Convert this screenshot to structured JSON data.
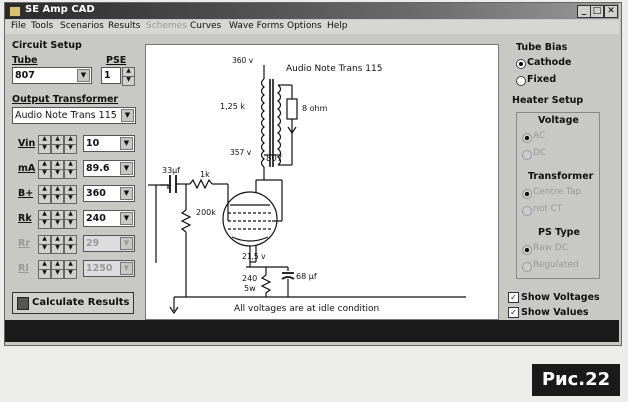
{
  "window": {
    "title": "SE Amp CAD",
    "controls": [
      "_",
      "□",
      "✕"
    ]
  },
  "menu": [
    "File",
    "Tools",
    "Scenarios",
    "Results",
    "Schemes",
    "Curves",
    "Wave Forms",
    "Options",
    "Help"
  ],
  "left": {
    "circuit_setup": "Circuit Setup",
    "tube_label": "Tube",
    "tube_value": "807",
    "pse_label": "PSE",
    "pse_value": "1",
    "output_transformer_label": "Output Transformer",
    "output_transformer_value": "Audio Note Trans 115",
    "params": [
      {
        "label": "Vin",
        "value": "10",
        "enabled": true
      },
      {
        "label": "mA",
        "value": "89.6",
        "enabled": true
      },
      {
        "label": "B+",
        "value": "360",
        "enabled": true
      },
      {
        "label": "Rk",
        "value": "240",
        "enabled": true
      },
      {
        "label": "Rr",
        "value": "29",
        "enabled": false
      },
      {
        "label": "Rl",
        "value": "1250",
        "enabled": false
      }
    ],
    "calc_button": "Calculate Results"
  },
  "schematic": {
    "b_plus": "360 v",
    "transformer": "Audio Note Trans 115",
    "primary_impedance": "1,25 k",
    "load": "8 ohm",
    "plate_voltage": "357 v",
    "tube": "807",
    "input_cap": "33µf",
    "grid_resistor": "1k",
    "grid_leak": "200k",
    "cathode_voltage": "21,5 v",
    "cathode_resistor": "240",
    "cathode_resistor_power": "5w",
    "cathode_cap": "68 µf",
    "note": "All voltages are at idle condition"
  },
  "right": {
    "tube_bias": "Tube Bias",
    "bias_options": [
      "Cathode",
      "Fixed"
    ],
    "heater_setup": "Heater Setup",
    "voltage": "Voltage",
    "voltage_options": [
      "AC",
      "DC"
    ],
    "transformer": "Transformer",
    "transformer_options": [
      "Centre Tap",
      "not CT"
    ],
    "ps_type": "PS Type",
    "ps_options": [
      "Raw DC",
      "Regulated"
    ],
    "show_voltages": "Show Voltages",
    "show_values": "Show Values"
  },
  "figure_label": "Рис.22"
}
